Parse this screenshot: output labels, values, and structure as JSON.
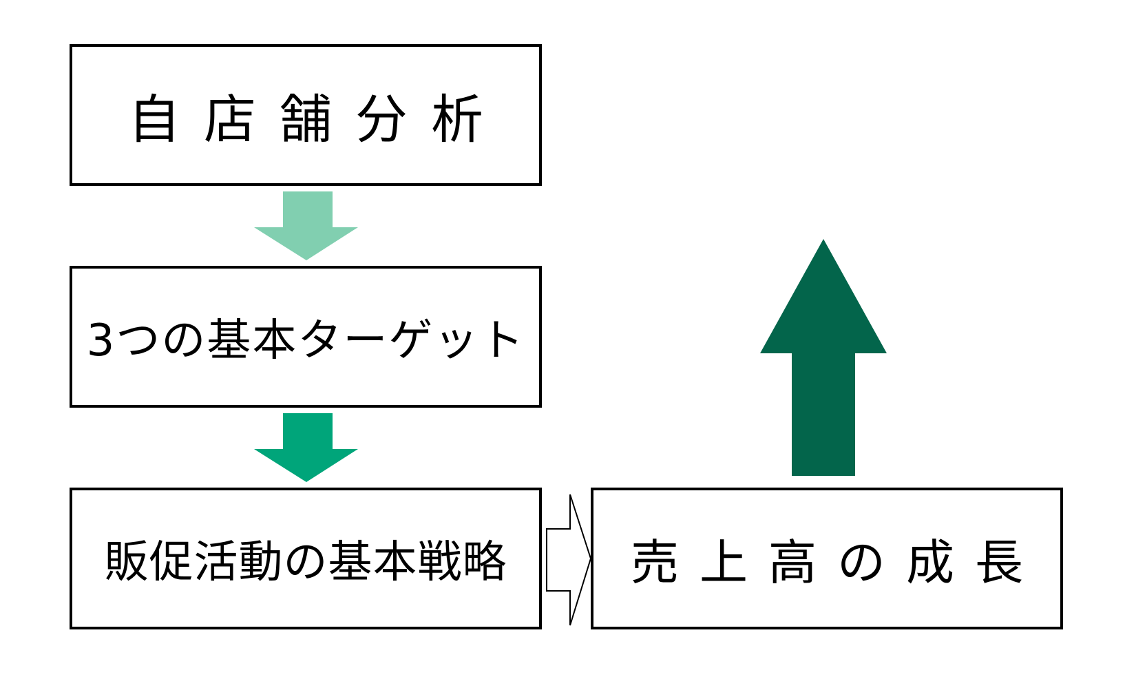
{
  "boxes": {
    "analysis": "自店舗分析",
    "targets": "3つの基本ターゲット",
    "strategy": "販促活動の基本戦略",
    "growth": "売上高の成長"
  },
  "colors": {
    "arrow_light": "#81cfb0",
    "arrow_mid": "#00a57a",
    "arrow_dark": "#03654b",
    "border": "#000000"
  },
  "icons": {
    "arrow1": "down-arrow-icon",
    "arrow2": "down-arrow-icon",
    "arrow3": "right-outline-arrow-icon",
    "arrow4": "up-arrow-icon"
  }
}
